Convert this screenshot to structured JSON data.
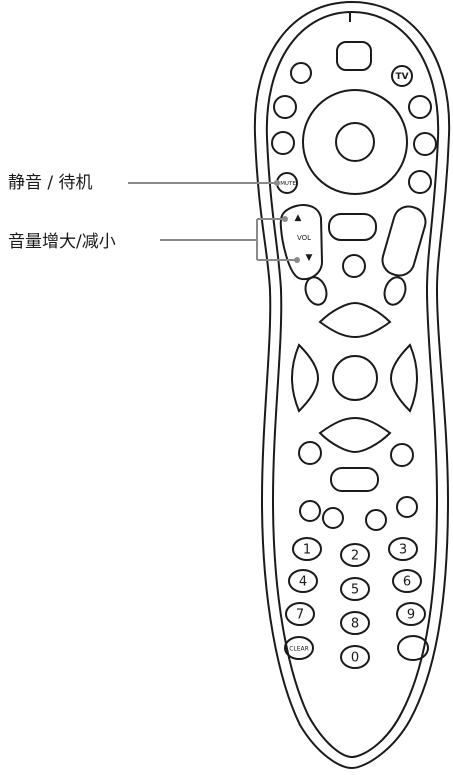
{
  "callouts": {
    "mute_standby": "静音 / 待机",
    "volume_up_down": "音量增大/减小"
  },
  "remote": {
    "tv_label": "TV",
    "mute_label": "MUTE",
    "vol_label": "VOL",
    "vol_up_glyph": "▲",
    "vol_down_glyph": "▼",
    "keypad": [
      "1",
      "2",
      "3",
      "4",
      "5",
      "6",
      "7",
      "8",
      "9",
      "CLEAR",
      "0",
      ""
    ]
  },
  "colors": {
    "outline": "#1a1a1a",
    "callout_line": "#8a8a8a",
    "background": "#ffffff"
  }
}
